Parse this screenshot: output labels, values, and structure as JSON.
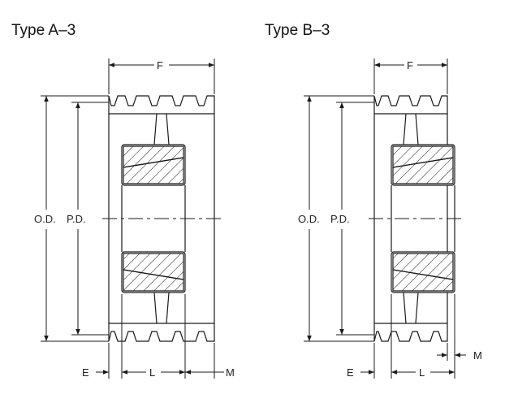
{
  "colors": {
    "line": "#1a1a1a",
    "background": "#ffffff"
  },
  "type_a": {
    "title": "Type A–3",
    "labels": {
      "F": "F",
      "OD": "O.D.",
      "PD": "P.D.",
      "E": "E",
      "L": "L",
      "M": "M"
    }
  },
  "type_b": {
    "title": "Type B–3",
    "labels": {
      "F": "F",
      "OD": "O.D.",
      "PD": "P.D.",
      "E": "E",
      "L": "L",
      "M": "M"
    }
  }
}
